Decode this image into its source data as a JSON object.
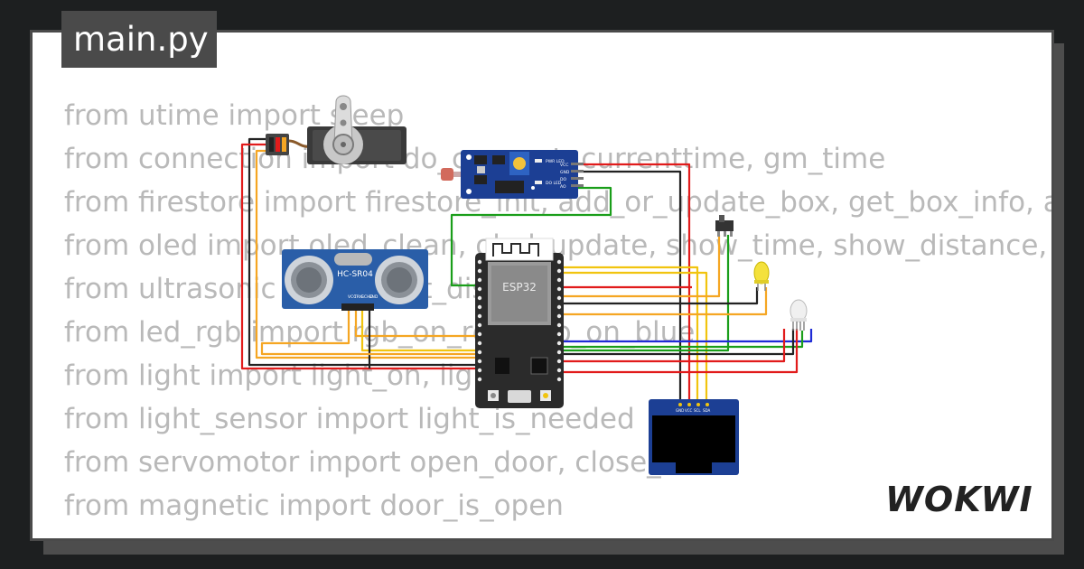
{
  "file": {
    "name": "main.py"
  },
  "code": {
    "lines": [
      "from utime import sleep",
      "from connection import do_connect, currenttime, gm_time",
      "from firestore import firestore_init, add_or_update_box, get_box_info, add_log",
      "from oled import oled_clean, oled_update, show_time, show_distance, show_info",
      "from ultrasonic import get_distance",
      "from led_rgb import rgb_on_red, rgb_on_blue",
      "from light import light_on, light_off",
      "from light_sensor import light_is_needed",
      "from servomotor import open_door, close_door",
      "from magnetic import door_is_open"
    ]
  },
  "components": {
    "mcu_label": "ESP32",
    "ultrasonic_label": "HC-SR04",
    "ultrasonic_pins": [
      "VCC",
      "TRIG",
      "ECHO",
      "GND"
    ],
    "ldr_pins": [
      "VCC",
      "GND",
      "DO",
      "AO"
    ],
    "ldr_leds": [
      "PWR LED",
      "DO LED"
    ],
    "oled_pins": [
      "GND",
      "VCC",
      "SCL",
      "SDA"
    ]
  },
  "brand": {
    "name": "WOKWI"
  },
  "colors": {
    "background": "#1d1f20",
    "card": "#ffffff",
    "frame": "#4a4a4a",
    "code_text": "#b9b9b9",
    "wire_red": "#e11b1b",
    "wire_black": "#222222",
    "wire_orange": "#f5a623",
    "wire_yellow": "#f1c40f",
    "wire_green": "#1a9e1a",
    "wire_blue": "#1f2bd6",
    "board_blue": "#1c3f94",
    "pcb_black": "#2b2b2b"
  }
}
